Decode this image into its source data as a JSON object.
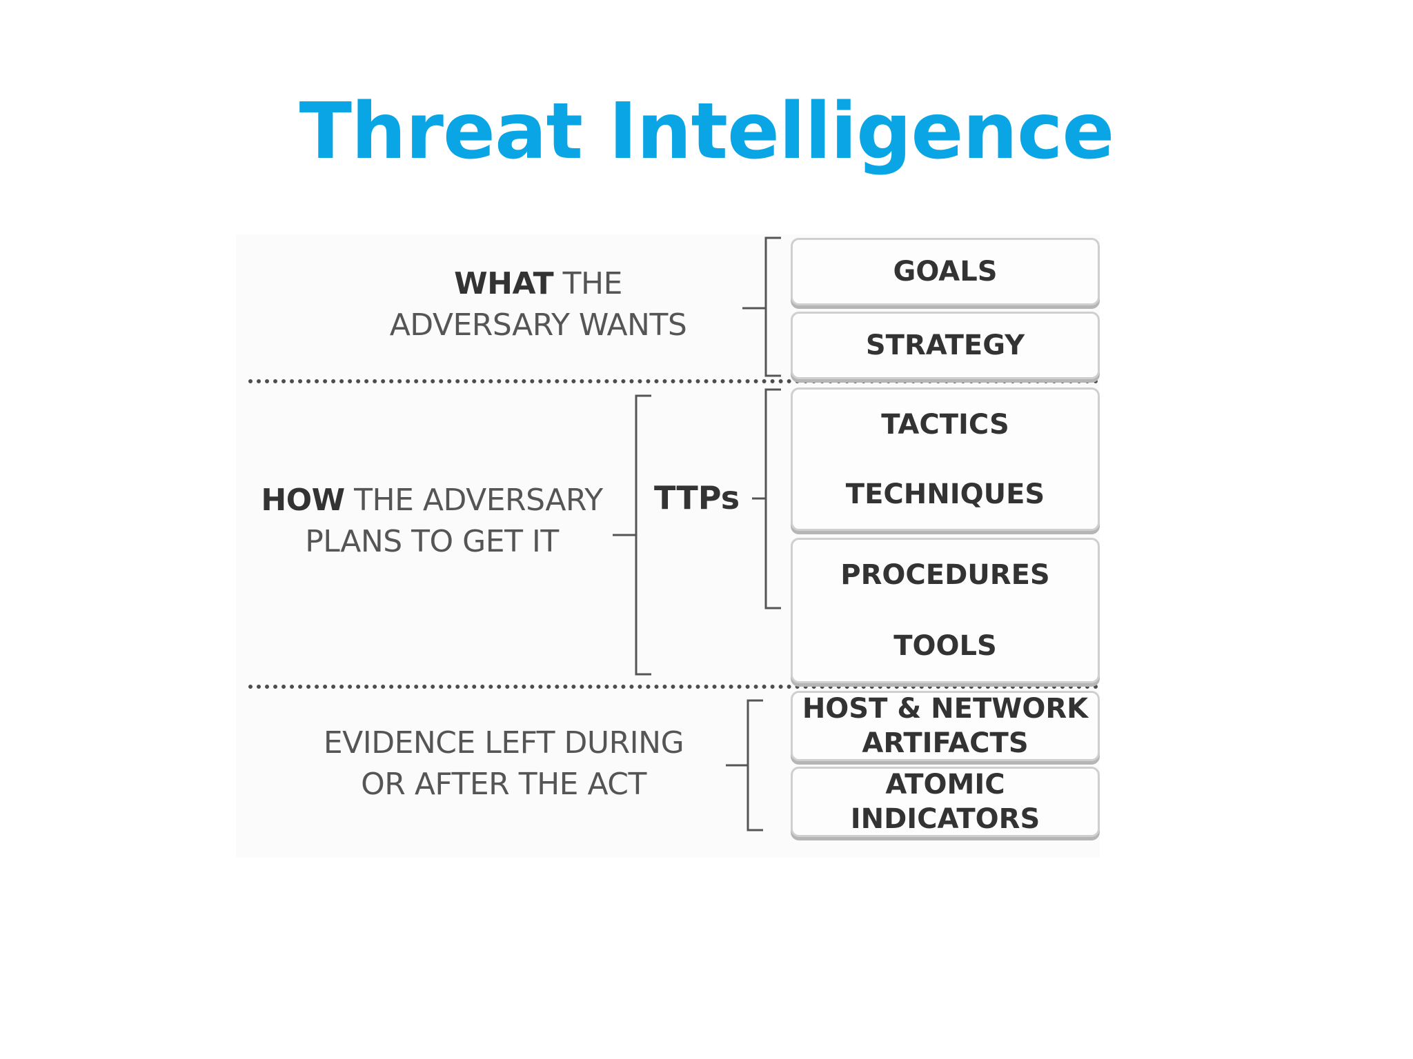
{
  "title": "Threat Intelligence",
  "sections": {
    "wants": {
      "emphasis": "WHAT",
      "rest": " THE",
      "line2": "ADVERSARY WANTS"
    },
    "plans": {
      "emphasis": "HOW",
      "rest": " THE ADVERSARY",
      "line2": "PLANS TO GET IT"
    },
    "evidence": {
      "line1": "EVIDENCE LEFT DURING",
      "line2": "OR AFTER THE ACT"
    }
  },
  "ttps_label": "TTPs",
  "items": {
    "goals": "GOALS",
    "strategy": "STRATEGY",
    "tactics": "TACTICS",
    "techniques": "TECHNIQUES",
    "procedures": "PROCEDURES",
    "tools": "TOOLS",
    "host_network": {
      "line1": "HOST & NETWORK",
      "line2": "ARTIFACTS"
    },
    "atomic": {
      "line1": "ATOMIC",
      "line2": "INDICATORS"
    }
  },
  "colors": {
    "title": "#0aa5e4",
    "text": "#333333",
    "line": "#4d4d4d"
  }
}
